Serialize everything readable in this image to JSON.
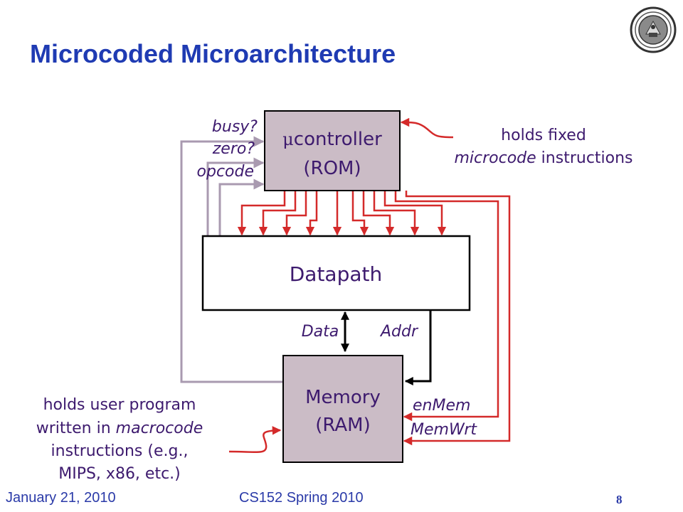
{
  "slide": {
    "title": "Microcoded Microarchitecture",
    "footer_left": "January 21, 2010",
    "footer_center": "CS152 Spring 2010",
    "page_number": "8"
  },
  "diagram": {
    "controller": {
      "symbol": "μ",
      "line1": "controller",
      "line2": "(ROM)"
    },
    "datapath": {
      "label": "Datapath"
    },
    "memory": {
      "line1": "Memory",
      "line2": "(RAM)"
    },
    "status_signals": [
      "busy?",
      "zero?",
      "opcode"
    ],
    "bus_labels": {
      "data": "Data",
      "addr": "Addr"
    },
    "memory_signals": [
      "enMem",
      "MemWrt"
    ],
    "rom_note": {
      "line1": "holds fixed",
      "line2_italic": "microcode",
      "line2_rest": " instructions"
    },
    "ram_note": {
      "line1": "holds user program",
      "line2_prefix": "written in ",
      "line2_italic": "macrocode",
      "line3": "instructions (e.g.,",
      "line4": "MIPS, x86, etc.)"
    }
  },
  "colors": {
    "title": "#1f3bb3",
    "box_fill": "#cbbcc6",
    "control_wire": "#d42a2a",
    "feedback_wire": "#a99ab0",
    "text": "#3d1a6e"
  },
  "icons": [
    "university-seal-icon"
  ]
}
